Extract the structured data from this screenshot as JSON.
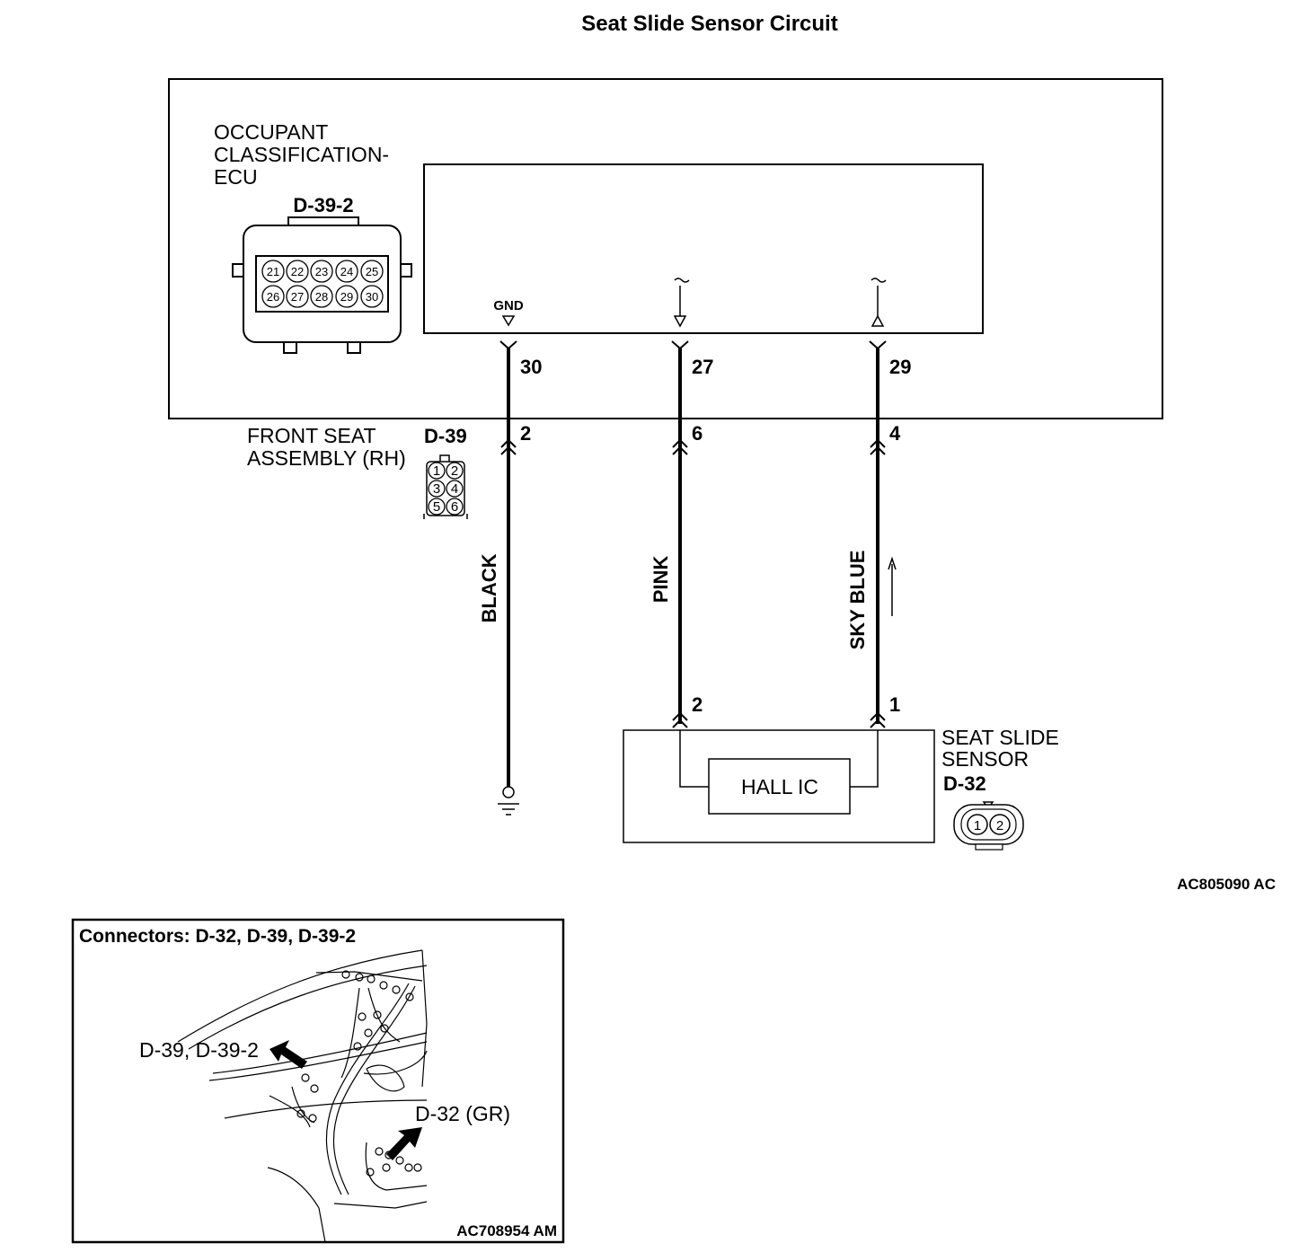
{
  "title": "Seat Slide Sensor Circuit",
  "ecu": {
    "name_lines": [
      "OCCUPANT",
      "CLASSIFICATION-",
      "ECU"
    ],
    "connector": "D-39-2",
    "pins_row1": [
      "21",
      "22",
      "23",
      "24",
      "25"
    ],
    "pins_row2": [
      "26",
      "27",
      "28",
      "29",
      "30"
    ],
    "gnd_label": "GND"
  },
  "wires": [
    {
      "ecu_pin": "30",
      "seat_pin": "2",
      "color": "BLACK",
      "sensor_pin": ""
    },
    {
      "ecu_pin": "27",
      "seat_pin": "6",
      "color": "PINK",
      "sensor_pin": "2"
    },
    {
      "ecu_pin": "29",
      "seat_pin": "4",
      "color": "SKY BLUE",
      "sensor_pin": "1"
    }
  ],
  "front_seat": {
    "name_lines": [
      "FRONT SEAT",
      "ASSEMBLY (RH)"
    ],
    "connector": "D-39",
    "pins": [
      "1",
      "2",
      "3",
      "4",
      "5",
      "6"
    ]
  },
  "sensor": {
    "name_lines": [
      "SEAT SLIDE",
      "SENSOR"
    ],
    "connector": "D-32",
    "ic_label": "HALL IC",
    "pins": [
      "1",
      "2"
    ]
  },
  "figure_code": "AC805090 AC",
  "inset": {
    "title": "Connectors: D-32, D-39, D-39-2",
    "callout_1": "D-39, D-39-2",
    "callout_2": "D-32 (GR)",
    "figure_code": "AC708954 AM"
  }
}
